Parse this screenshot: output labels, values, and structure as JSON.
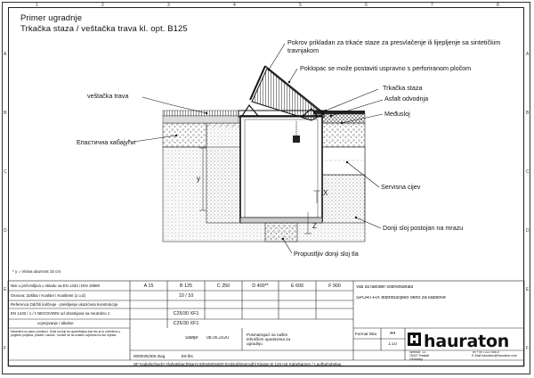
{
  "header": {
    "line1": "Primer ugradnje",
    "line2": "Trkačka staza / veštačka trava kl. opt. B125"
  },
  "frame": {
    "top_numbers": [
      "1",
      "2",
      "3",
      "4",
      "5",
      "6",
      "7",
      "8"
    ],
    "side_letters": [
      "A",
      "B",
      "C",
      "D",
      "E",
      "F"
    ]
  },
  "labels": {
    "cover": "Pokrov prikladan za trkaće staze za presvlačenje ili lijepljenje sa sintetičkim travnjakom",
    "cover_perforated": "Poklopac se može postaviti uspravno s perforiranom pločom",
    "artificial_turf": "veštačka trava",
    "elastic_layer": "Епастична хабајући",
    "running_track": "Trkačka staza",
    "asphalt": "Asfalt odvodnja",
    "intermediate_layer": "Međusloj",
    "service_pipe": "Servisna cijev",
    "frost_layer": "Donji sloj postojan na mrazu",
    "permeable_base": "Propustljiv donji sloj tla",
    "dim_y": "y",
    "dim_x": "X",
    "dim_z": "Z"
  },
  "footnote": "* y = Visina ulaznost 10 cm",
  "title_block": {
    "row_labels": [
      "Nisi u pričvrstljiva u skladu sa EN 1433 i DIN 19580",
      "Osnova: Zaštita / Kvalitet / Kvalitetni (z.o.d)",
      "Referenca Održiti kolčevje - preklijenje ukazićesa konstrukcija",
      "EN 1433 / 1 / EN 1046-3",
      "NEGOVIDNI od obratnjava sa neutralno z.",
      "ocjenjivanje / alkalne"
    ],
    "classes": [
      "A 15",
      "B 125",
      "C 250",
      "D 400**",
      "E 600",
      "F 900"
    ],
    "row1_values": [
      "10 / 10"
    ],
    "row3_values": [
      "C25/30 XF1"
    ],
    "row4_values": [
      "C25/30 XF1"
    ],
    "disclaimer": "Navedeni su samo primjerci. Grad na koji se upotrebljava kao što je to određeno u pogledu projekta, pravila i uslova - koriste se sa svakim uvjetima na licu mjesta.",
    "status_label": "Stanje:",
    "status_date": "08.05.2020",
    "approval_text": "Posmatrajući sa našim tehničkim uputstvima za ugradnju",
    "scale_label": "Format lista",
    "scale_format": "A4",
    "scale_value": "1:10",
    "drawing_number": "00000/6/305 dwg",
    "drawing_code": "E8 lbs",
    "product_line1": "Vaš za također sobrezkanala",
    "product_line2": "SPORTFIX distribucijsko okno za kabllove",
    "bottom_line": "SF Kabelschacht Vlahatsbachtkarnt 600x500x600 Endsubhteprodhl Klasse B 125 mit Kabeltarsen / Laufbahnbelag",
    "company": "hauraton",
    "address": "Werkstr. 13\n76437 Rastatt\nGermany",
    "contact": "Tel +49 7222 958-0\nE-Mail hauraton@hauraton.com"
  },
  "colors": {
    "hatch": "#555555",
    "concrete": "#f4f4f4",
    "turf_green": "#2e7d32"
  }
}
